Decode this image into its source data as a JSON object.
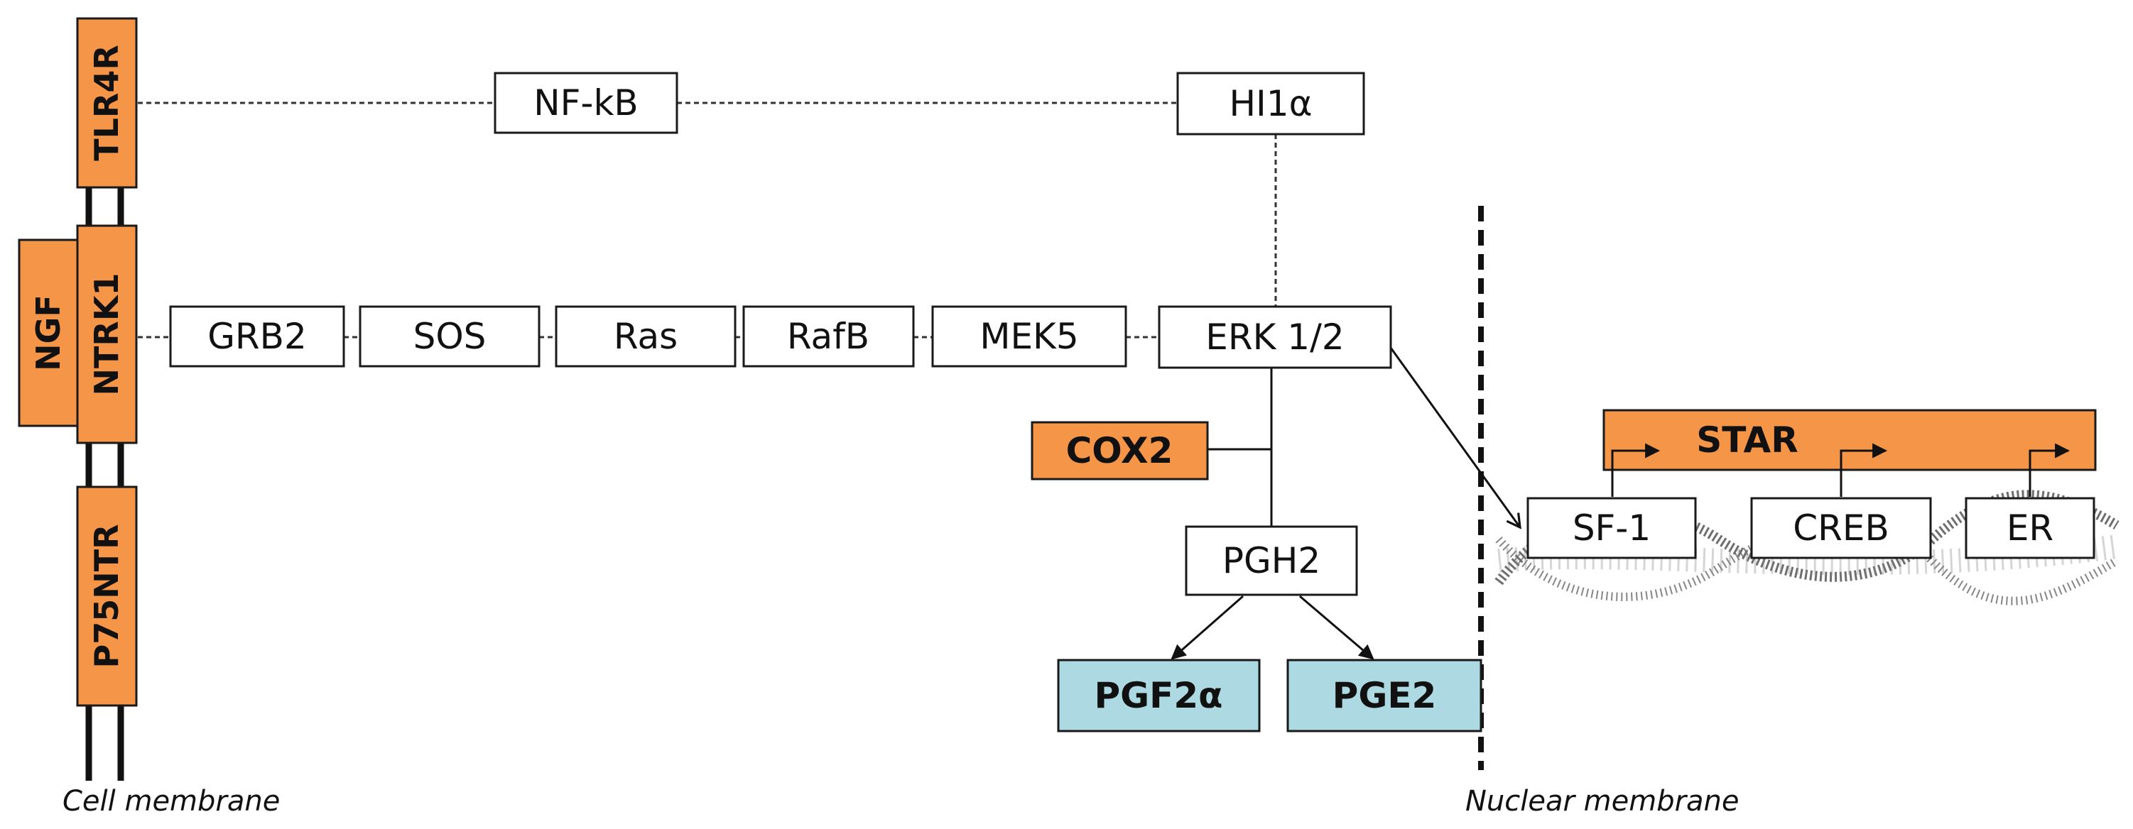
{
  "receptors": {
    "tlr4r": "TLR4R",
    "ngf": "NGF",
    "ntrk1": "NTRK1",
    "p75ntr": "P75NTR"
  },
  "cascade": {
    "nfkb": "NF-kB",
    "hi1a": "HI1α",
    "grb2": "GRB2",
    "sos": "SOS",
    "ras": "Ras",
    "rafb": "RafB",
    "mek5": "MEK5",
    "erk": "ERK 1/2",
    "cox2": "COX2",
    "pgh2": "PGH2",
    "pgf2a": "PGF2α",
    "pge2": "PGE2"
  },
  "nucleus": {
    "star": "STAR",
    "sf1": "SF-1",
    "creb": "CREB",
    "er": "ER"
  },
  "membranes": {
    "cell": "Cell membrane",
    "nuclear": "Nuclear membrane"
  },
  "colors": {
    "receptor_fill": "#f59547",
    "prostaglandin_fill": "#add9e3",
    "box_fill": "#ffffff",
    "line": "#1a1a1a"
  }
}
